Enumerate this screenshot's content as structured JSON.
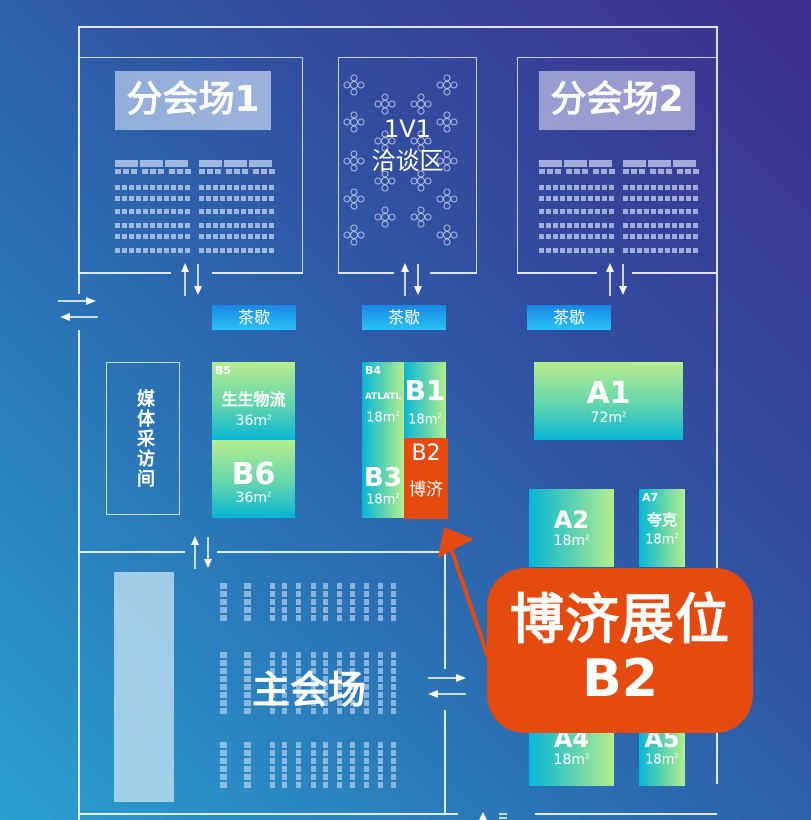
{
  "halls": {
    "sub_hall_1": {
      "label": "分会场1"
    },
    "sub_hall_2": {
      "label": "分会场2"
    },
    "negotiation": {
      "line1": "1V1",
      "line2": "洽谈区"
    },
    "main_hall": {
      "label": "主会场"
    },
    "media_room": {
      "label": "媒体采访间",
      "chars": [
        "媒",
        "体",
        "采",
        "访",
        "间"
      ]
    }
  },
  "tea_breaks": [
    "茶歇",
    "茶歇",
    "茶歇"
  ],
  "booths": {
    "B5": {
      "id": "B5",
      "name": "生生物流",
      "area": "36m",
      "unit": "2"
    },
    "B6": {
      "id": "B6",
      "area": "36m",
      "unit": "2"
    },
    "B4": {
      "id": "B4",
      "name": "ATLATL",
      "area": "18m",
      "unit": "2"
    },
    "B1": {
      "id": "B1",
      "area": "18m",
      "unit": "2"
    },
    "B3": {
      "id": "B3",
      "area": "18m",
      "unit": "2"
    },
    "B2": {
      "id": "B2",
      "name": "博济"
    },
    "A1": {
      "id": "A1",
      "area": "72m",
      "unit": "2"
    },
    "A2": {
      "id": "A2",
      "area": "18m",
      "unit": "2"
    },
    "A7": {
      "id": "A7",
      "name": "夸克",
      "area": "18m",
      "unit": "2"
    },
    "A4": {
      "id": "A4",
      "area": "18m",
      "unit": "2"
    },
    "A5": {
      "id": "A5",
      "area": "18m",
      "unit": "2"
    }
  },
  "callout": {
    "line1": "博济展位",
    "line2": "B2"
  },
  "colors": {
    "highlight": "#e54a0e",
    "booth_green": "#b8ee8e",
    "booth_cyan": "#08b6d4",
    "tea_blue": "#1a86e6"
  }
}
